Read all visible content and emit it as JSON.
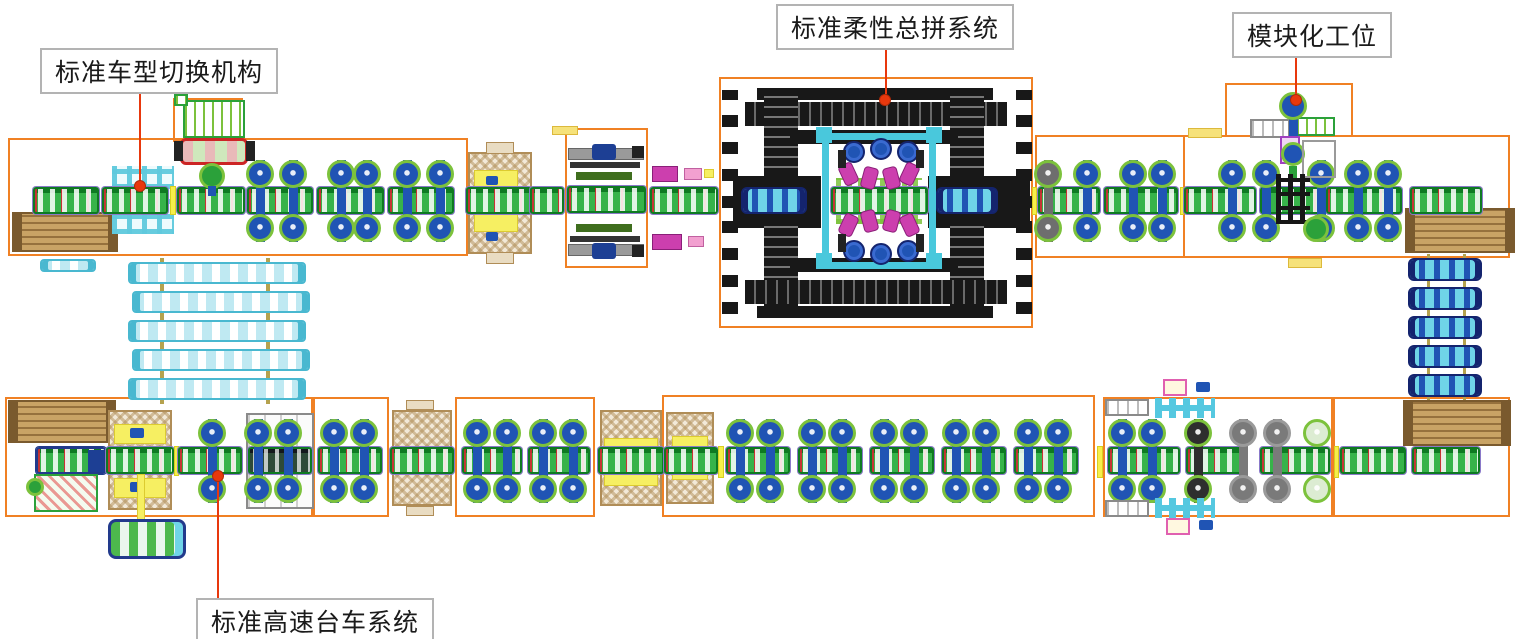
{
  "diagram": {
    "labels": {
      "model_switch": "标准车型切换机构",
      "flexible_framing": "标准柔性总拼系统",
      "modular_station": "模块化工位",
      "high_speed_trolley": "标准高速台车系统"
    },
    "colors": {
      "boundary_orange": "#f08124",
      "callout_red": "#e8380d",
      "conveyor_green": "#2ba13a",
      "station_blue": "#2054b4",
      "switcher_cyan": "#55c8e0",
      "transfer_brown": "#b08d57",
      "highlight_yellow": "#f6ef62",
      "clamp_magenta": "#cc3fae",
      "framing_black": "#181818"
    }
  }
}
